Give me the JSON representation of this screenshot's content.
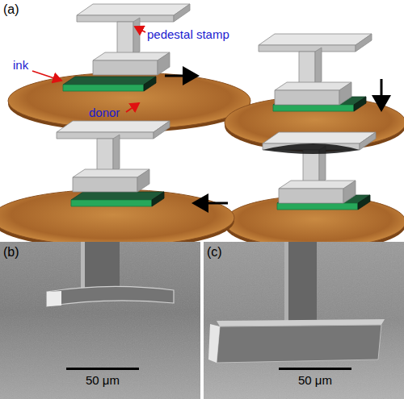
{
  "diagram": {
    "labels": [
      "(a)",
      "pedestal stamp",
      "ink",
      "donor",
      "(b)",
      "50 μm",
      "(c)",
      "50 μm"
    ]
  }
}
